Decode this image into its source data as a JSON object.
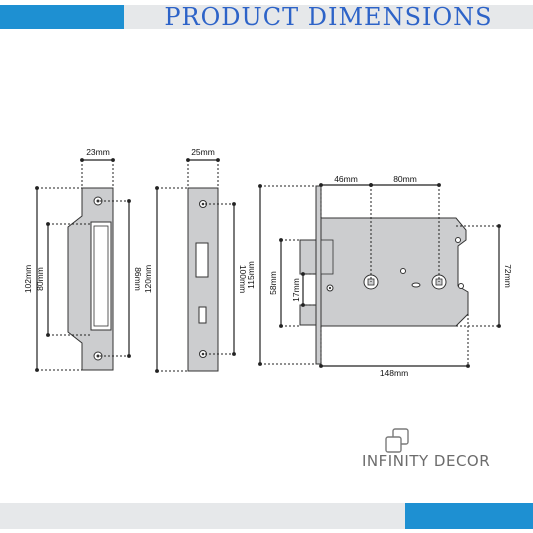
{
  "header": {
    "title": "PRODUCT  DIMENSIONS"
  },
  "colors": {
    "accent": "#1e90d2",
    "title": "#2d63c8",
    "bar_grey": "#e6e8ea",
    "plate": "#cccdcf"
  },
  "strike_plate": {
    "width_label": "23mm",
    "height_label": "102mm",
    "inner_height_label": "80mm",
    "hole_spacing_label": "86mm"
  },
  "forend": {
    "width_label": "25mm",
    "height_label": "120mm",
    "hole_spacing_label": "100mm"
  },
  "lock_body": {
    "backset_label": "46mm",
    "centres_label": "80mm",
    "height_label": "115mm",
    "bolt_height_label": "58mm",
    "bolt_width_label": "17mm",
    "case_height_label": "72mm",
    "width_label": "148mm"
  },
  "brand": {
    "name": "INFINITY DECOR"
  }
}
